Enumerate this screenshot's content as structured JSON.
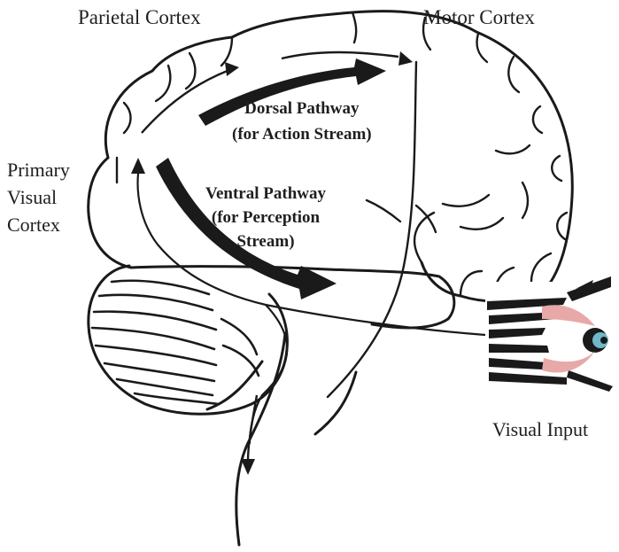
{
  "labels": {
    "parietal_cortex": "Parietal Cortex",
    "motor_cortex": "Motor Cortex",
    "primary_visual_cortex": [
      "Primary",
      "Visual",
      "Cortex"
    ],
    "dorsal_pathway": [
      "Dorsal Pathway",
      "(for Action Stream)"
    ],
    "ventral_pathway": [
      "Ventral Pathway",
      "(for Perception",
      "Stream)"
    ],
    "visual_input": "Visual Input"
  },
  "colors": {
    "ink": "#1a1a1a",
    "eye_skin": "#e8a8a8",
    "iris": "#6fb8c8"
  }
}
